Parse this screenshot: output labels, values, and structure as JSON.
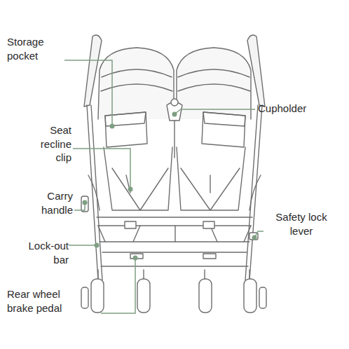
{
  "diagram": {
    "labels": [
      "Storage pocket",
      "Cupholder",
      "Seat recline clip",
      "Carry handle",
      "Safety lock lever",
      "Lock-out bar",
      "Rear wheel brake pedal"
    ]
  }
}
